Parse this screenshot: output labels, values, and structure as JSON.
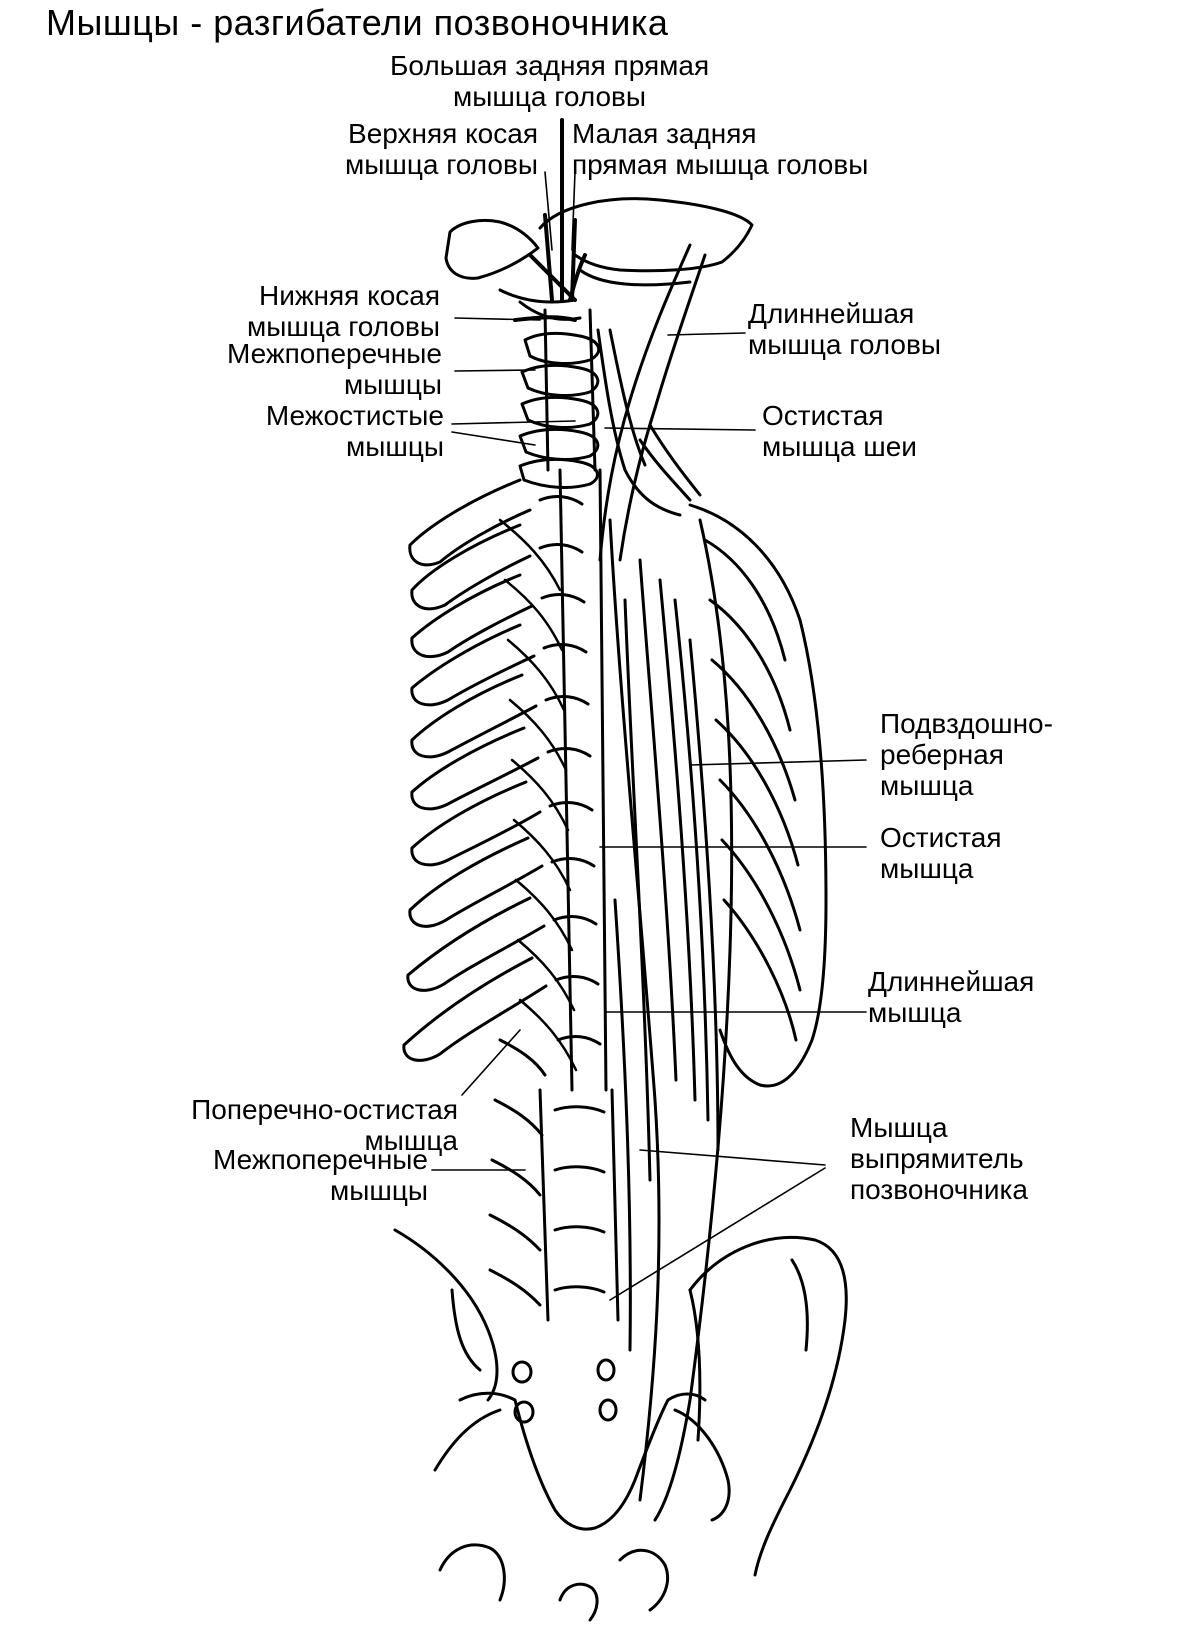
{
  "title": "Мышцы - разгибатели позвоночника",
  "labels": {
    "rectus_capitis_major": [
      "Большая задняя прямая",
      "мышца головы"
    ],
    "obliquus_capitis_superior": [
      "Верхняя косая",
      "мышца головы"
    ],
    "rectus_capitis_minor": [
      "Малая задняя",
      "прямая мышца головы"
    ],
    "obliquus_capitis_inferior": [
      "Нижняя косая",
      "мышца головы"
    ],
    "intertransversarii_upper": [
      "Межпоперечные",
      "мышцы"
    ],
    "interspinales": [
      "Межостистые",
      "мышцы"
    ],
    "longissimus_capitis": [
      "Длиннейшая",
      "мышца головы"
    ],
    "spinalis_cervicis": [
      "Остистая",
      "мышца шеи"
    ],
    "iliocostalis": [
      "Подвздошно-",
      "реберная",
      "мышца"
    ],
    "spinalis": [
      "Остистая",
      "мышца"
    ],
    "longissimus": [
      "Длиннейшая",
      "мышца"
    ],
    "transversospinalis": [
      "Поперечно-остистая",
      "мышца"
    ],
    "intertransversarii_lower": [
      "Межпоперечные",
      "мышцы"
    ],
    "erector_spinae": [
      "Мышца",
      "выпрямитель",
      "позвоночника"
    ]
  }
}
